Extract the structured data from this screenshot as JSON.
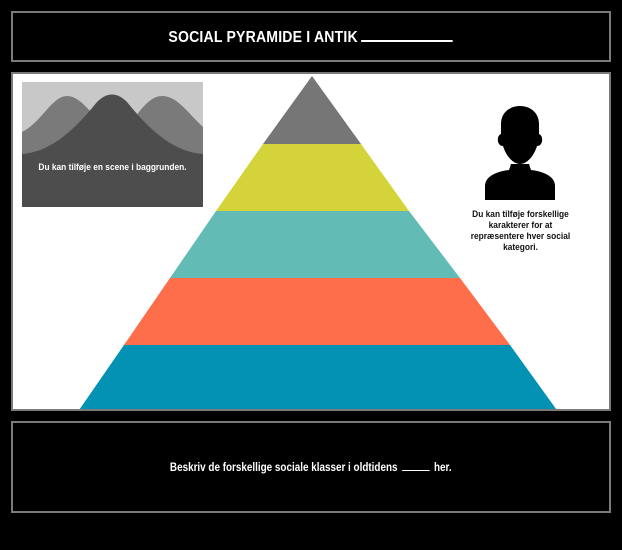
{
  "header": {
    "title": "SOCIAL PYRAMIDE I ANTIK",
    "title_blank": "____________"
  },
  "main": {
    "scene_placeholder": {
      "icon": "mountain-scene-icon",
      "text": "Du kan tilføje en scene i baggrunden.",
      "colors": {
        "sky": "#c8c8c8",
        "back_hills": "#7a7a7a",
        "front_hill": "#4d4d4d"
      }
    },
    "character_placeholder": {
      "icon": "person-silhouette-icon",
      "text": "Du kan tilføje forskellige karakterer for at repræsentere hver social kategori."
    },
    "pyramid": {
      "levels": [
        {
          "level": 1,
          "color": "#767676"
        },
        {
          "level": 2,
          "color": "#d4d43a"
        },
        {
          "level": 3,
          "color": "#63bbb6"
        },
        {
          "level": 4,
          "color": "#ff6e4b"
        },
        {
          "level": 5,
          "color": "#0391b4"
        }
      ]
    }
  },
  "footer": {
    "prefix": "Beskriv de forskellige sociale klasser i oldtidens",
    "suffix": "her."
  }
}
